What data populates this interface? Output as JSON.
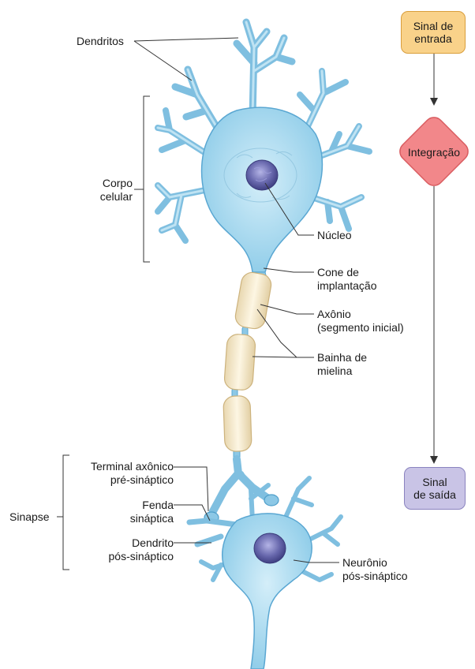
{
  "labels": {
    "dendritos": "Dendritos",
    "corpo_celular": "Corpo\ncelular",
    "nucleo": "Núcleo",
    "cone_implantacao": "Cone de\nimplantação",
    "axonio": "Axônio\n(segmento inicial)",
    "bainha_mielina": "Bainha de\nmielina",
    "terminal_axonico": "Terminal axônico\npré-sináptico",
    "fenda_sinaptica": "Fenda\nsináptica",
    "dendrito_pos": "Dendrito\npós-sináptico",
    "sinapse": "Sinapse",
    "neuronio_pos": "Neurônio\npós-sináptico"
  },
  "flowchart": {
    "input": "Sinal de\nentrada",
    "integration": "Integração",
    "output": "Sinal\nde saída"
  },
  "colors": {
    "neuron_fill": "#9fd3ec",
    "neuron_stroke": "#4f9fca",
    "nucleus": "#5a5aa0",
    "myelin": "#f6ead0",
    "input_box": "#f9d28a",
    "integration_box": "#f2878a",
    "output_box": "#c9c4e6"
  }
}
